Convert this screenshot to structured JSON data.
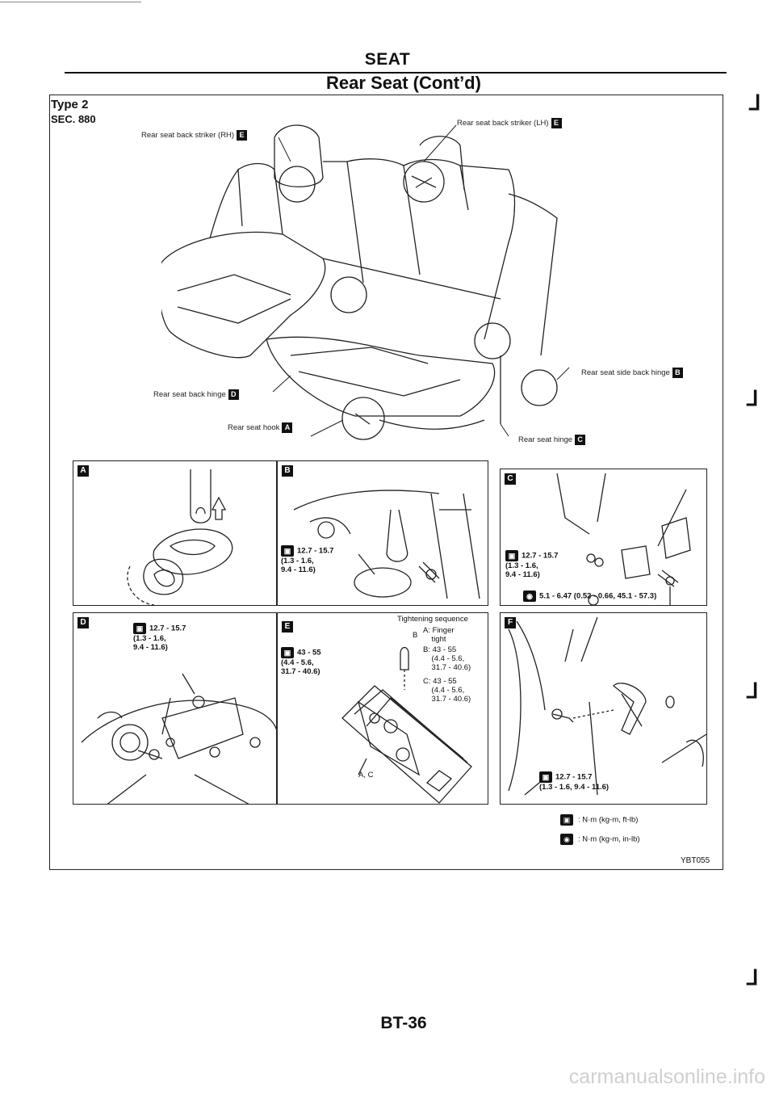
{
  "header": {
    "section_title": "SEAT",
    "subtitle": "Rear Seat (Cont’d)"
  },
  "figure": {
    "type_label": "Type 2",
    "sec_label": "SEC. 880",
    "callouts": {
      "striker_rh": "Rear seat back striker (RH)",
      "striker_lh": "Rear seat back striker (LH)",
      "side_back_hinge": "Rear seat side back hinge",
      "back_hinge": "Rear seat back hinge",
      "hook": "Rear seat hook",
      "hinge": "Rear seat hinge"
    },
    "ref_code": "YBT055"
  },
  "panels": {
    "A": {
      "badge": "A"
    },
    "B": {
      "badge": "B",
      "torque": "12.7 - 15.7\n(1.3 - 1.6,\n9.4 - 11.6)"
    },
    "C": {
      "badge": "C",
      "torque": "12.7 - 15.7\n(1.3 - 1.6,\n9.4 - 11.6)",
      "torque_small": "5.1 - 6.47 (0.52 - 0.66, 45.1 - 57.3)"
    },
    "D": {
      "badge": "D",
      "torque": "12.7 - 15.7\n(1.3 - 1.6,\n9.4 - 11.6)"
    },
    "E": {
      "badge": "E",
      "torque": "43 - 55\n(4.4 - 5.6,\n31.7 - 40.6)",
      "sequence_title": "Tightening sequence",
      "seq_a": "A: Finger\n    tight",
      "seq_b_label": "B",
      "seq_b": "B: 43 - 55\n    (4.4 - 5.6,\n    31.7 - 40.6)",
      "seq_c": "C: 43 - 55\n    (4.4 - 5.6,\n    31.7 - 40.6)",
      "ac_label": "A, C"
    },
    "F": {
      "badge": "F",
      "torque": "12.7 - 15.7\n(1.3 - 1.6, 9.4 - 11.6)"
    }
  },
  "legend": {
    "ft_lb": ": N·m (kg-m, ft-lb)",
    "in_lb": ": N·m (kg-m, in-lb)"
  },
  "footer": {
    "page_number": "BT-36",
    "watermark": "carmanualsonline.info"
  }
}
